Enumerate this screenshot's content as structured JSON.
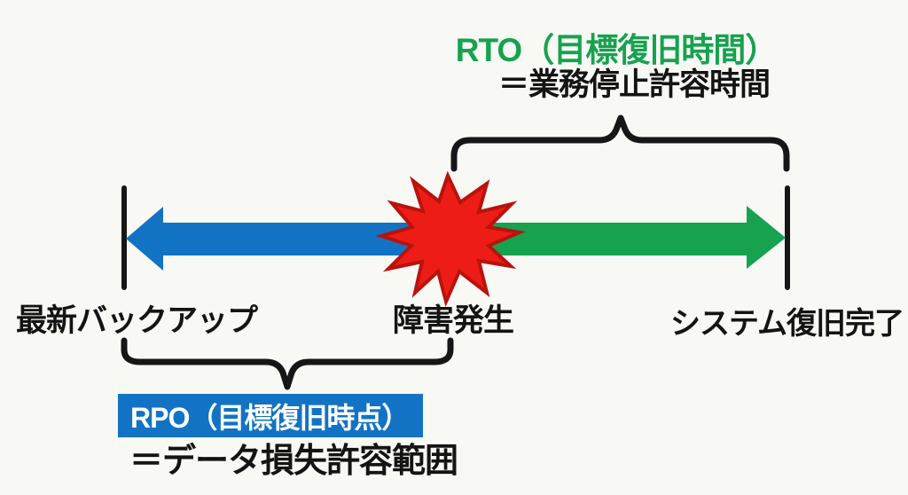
{
  "diagram": {
    "rto": {
      "title": "RTO（目標復旧時間）",
      "subtitle": "＝業務停止許容時間"
    },
    "rpo": {
      "title": "RPO（目標復旧時点）",
      "subtitle": "＝データ損失許容範囲"
    },
    "timeline": {
      "left_label": "最新バックアップ",
      "center_label": "障害発生",
      "right_label": "システム復旧完了"
    },
    "colors": {
      "rto_green": "#16a24f",
      "rpo_blue": "#1273c4",
      "failure_red": "#ee1c16",
      "failure_red_outline": "#b8130c",
      "line_black": "#161616",
      "background": "#f8f8f5",
      "rpo_box_text": "#ffffff"
    }
  }
}
